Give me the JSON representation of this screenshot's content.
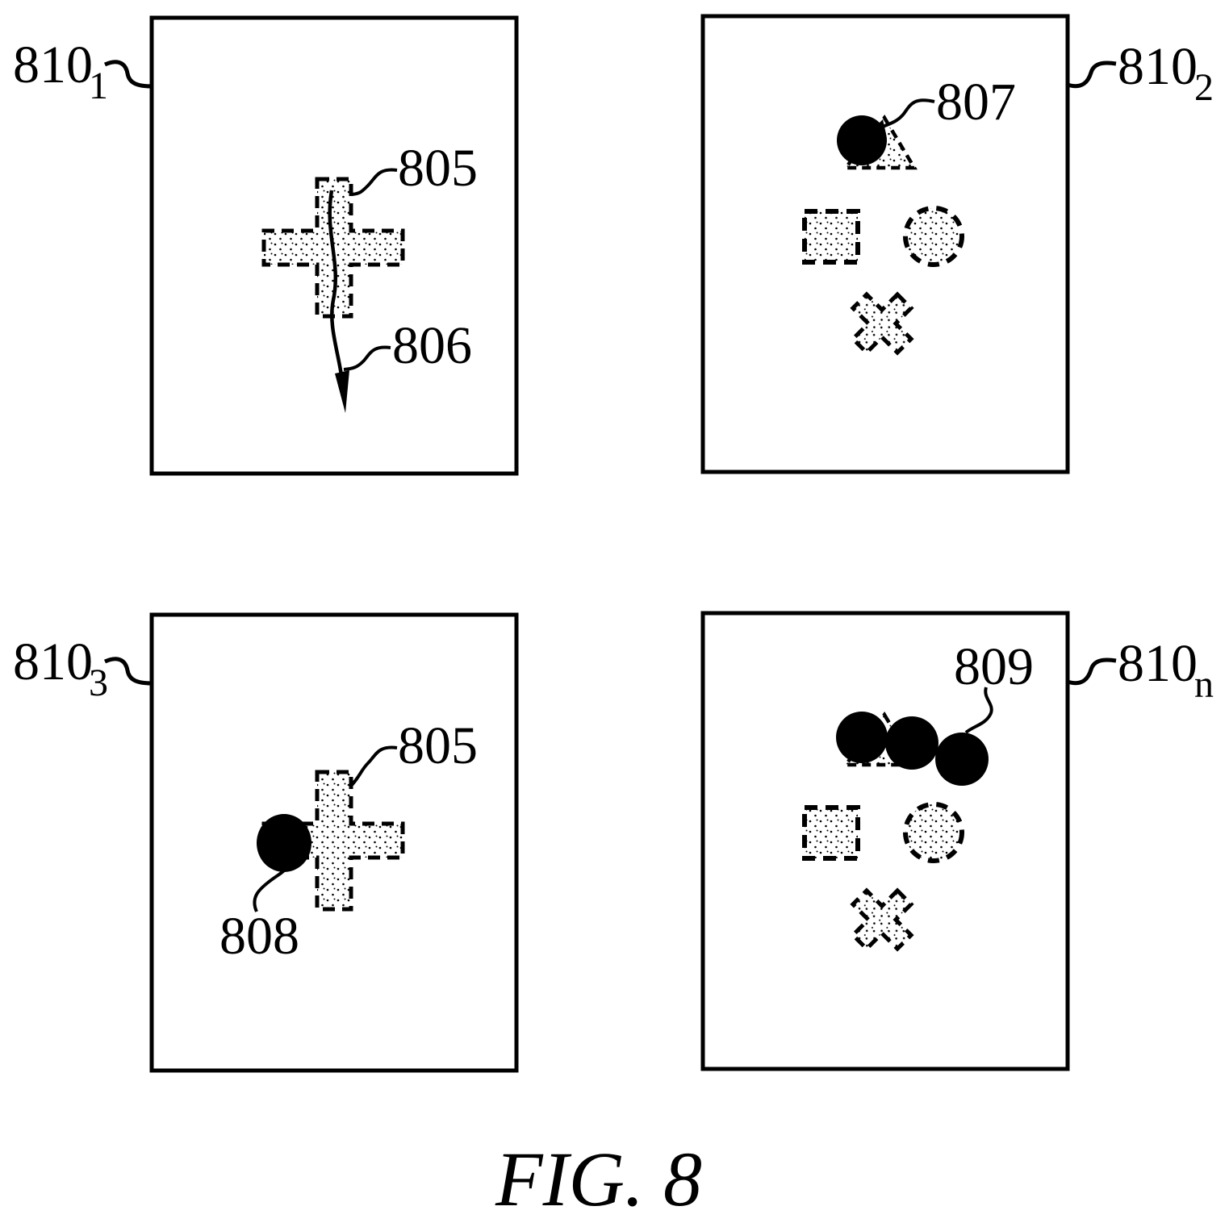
{
  "figure": {
    "caption": "FIG. 8"
  },
  "panels": [
    {
      "id": "frame-1",
      "label": "810",
      "subscript": "1"
    },
    {
      "id": "frame-2",
      "label": "810",
      "subscript": "2"
    },
    {
      "id": "frame-3",
      "label": "810",
      "subscript": "3"
    },
    {
      "id": "frame-n",
      "label": "810",
      "subscript": "n"
    }
  ],
  "callouts": [
    {
      "ref": "805",
      "target": "dashed-cross-panel-1"
    },
    {
      "ref": "806",
      "target": "motion-arrow-panel-1"
    },
    {
      "ref": "807",
      "target": "dashed-triangle-panel-2"
    },
    {
      "ref": "805",
      "target": "dashed-cross-panel-3"
    },
    {
      "ref": "808",
      "target": "tracked-dot-panel-3"
    },
    {
      "ref": "809",
      "target": "dot-trail-panel-n"
    }
  ],
  "colors": {
    "ink": "#000000",
    "paper": "#ffffff"
  }
}
